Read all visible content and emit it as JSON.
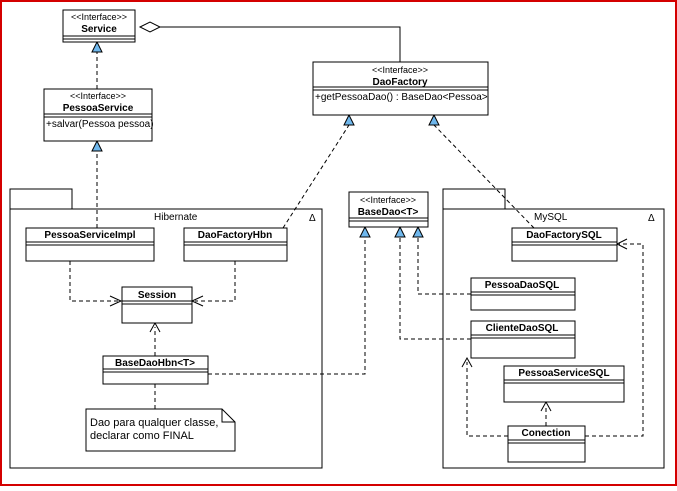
{
  "colors": {
    "frame": "#d40000",
    "line": "#000000",
    "background": "#ffffff",
    "arrowhead_fill": "#6fb7ec",
    "box_border": "#000000"
  },
  "icons": {
    "package_marker": "triangle-outline-icon",
    "note_corner": "folded-corner-icon"
  },
  "packages": {
    "hibernate": {
      "label": "Hibernate",
      "marker": "Δ"
    },
    "mysql": {
      "label": "MySQL",
      "marker": "Δ"
    }
  },
  "classes": {
    "service": {
      "stereotype": "<<Interface>>",
      "name": "Service"
    },
    "pessoa_service": {
      "stereotype": "<<Interface>>",
      "name": "PessoaService",
      "operation": "+salvar(Pessoa pessoa)"
    },
    "dao_factory": {
      "stereotype": "<<Interface>>",
      "name": "DaoFactory",
      "operation": "+getPessoaDao() : BaseDao<Pessoa>"
    },
    "base_dao": {
      "stereotype": "<<Interface>>",
      "name": "BaseDao<T>"
    },
    "pessoa_service_impl": {
      "name": "PessoaServiceImpl"
    },
    "dao_factory_hbn": {
      "name": "DaoFactoryHbn"
    },
    "session": {
      "name": "Session"
    },
    "base_dao_hbn": {
      "name": "BaseDaoHbn<T>"
    },
    "dao_factory_sql": {
      "name": "DaoFactorySQL"
    },
    "pessoa_dao_sql": {
      "name": "PessoaDaoSQL"
    },
    "cliente_dao_sql": {
      "name": "ClienteDaoSQL"
    },
    "pessoa_service_sql": {
      "name": "PessoaServiceSQL"
    },
    "conection": {
      "name": "Conection"
    }
  },
  "note": {
    "line1": "Dao para qualquer classe,",
    "line2": "declarar como FINAL"
  }
}
